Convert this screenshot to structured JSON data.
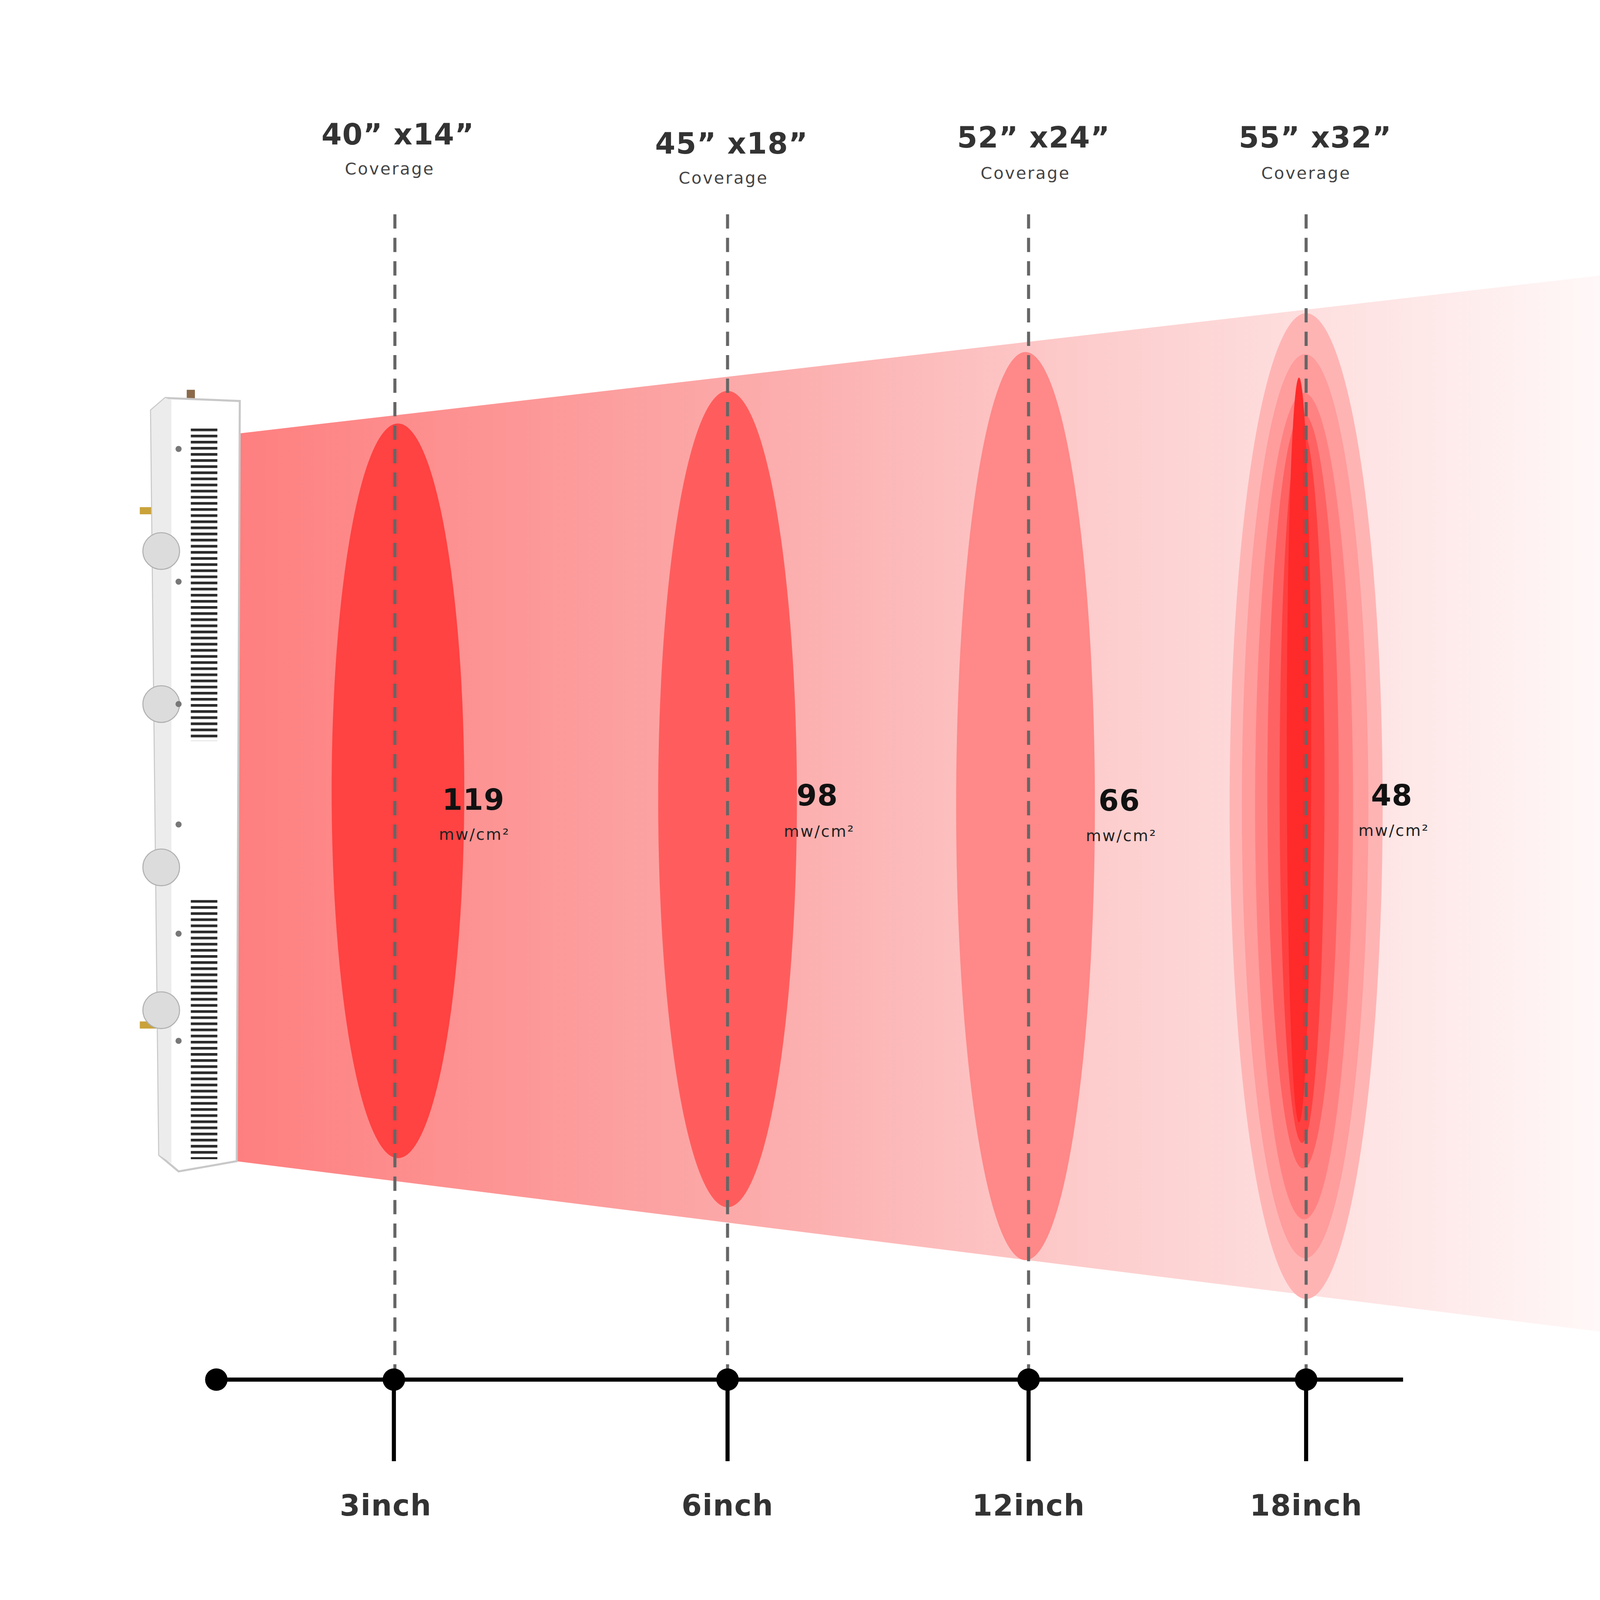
{
  "diagram": {
    "labels": [
      "40” x14”",
      "Coverage",
      "45” x18”",
      "Coverage",
      "52” x24”",
      "Coverage",
      "55” x32”",
      "Coverage",
      "119",
      "mw/cm²",
      "98",
      "mw/cm²",
      "66",
      "mw/cm²",
      "48",
      "mw/cm²",
      "3inch",
      "6inch",
      "12inch",
      "18inch"
    ]
  }
}
